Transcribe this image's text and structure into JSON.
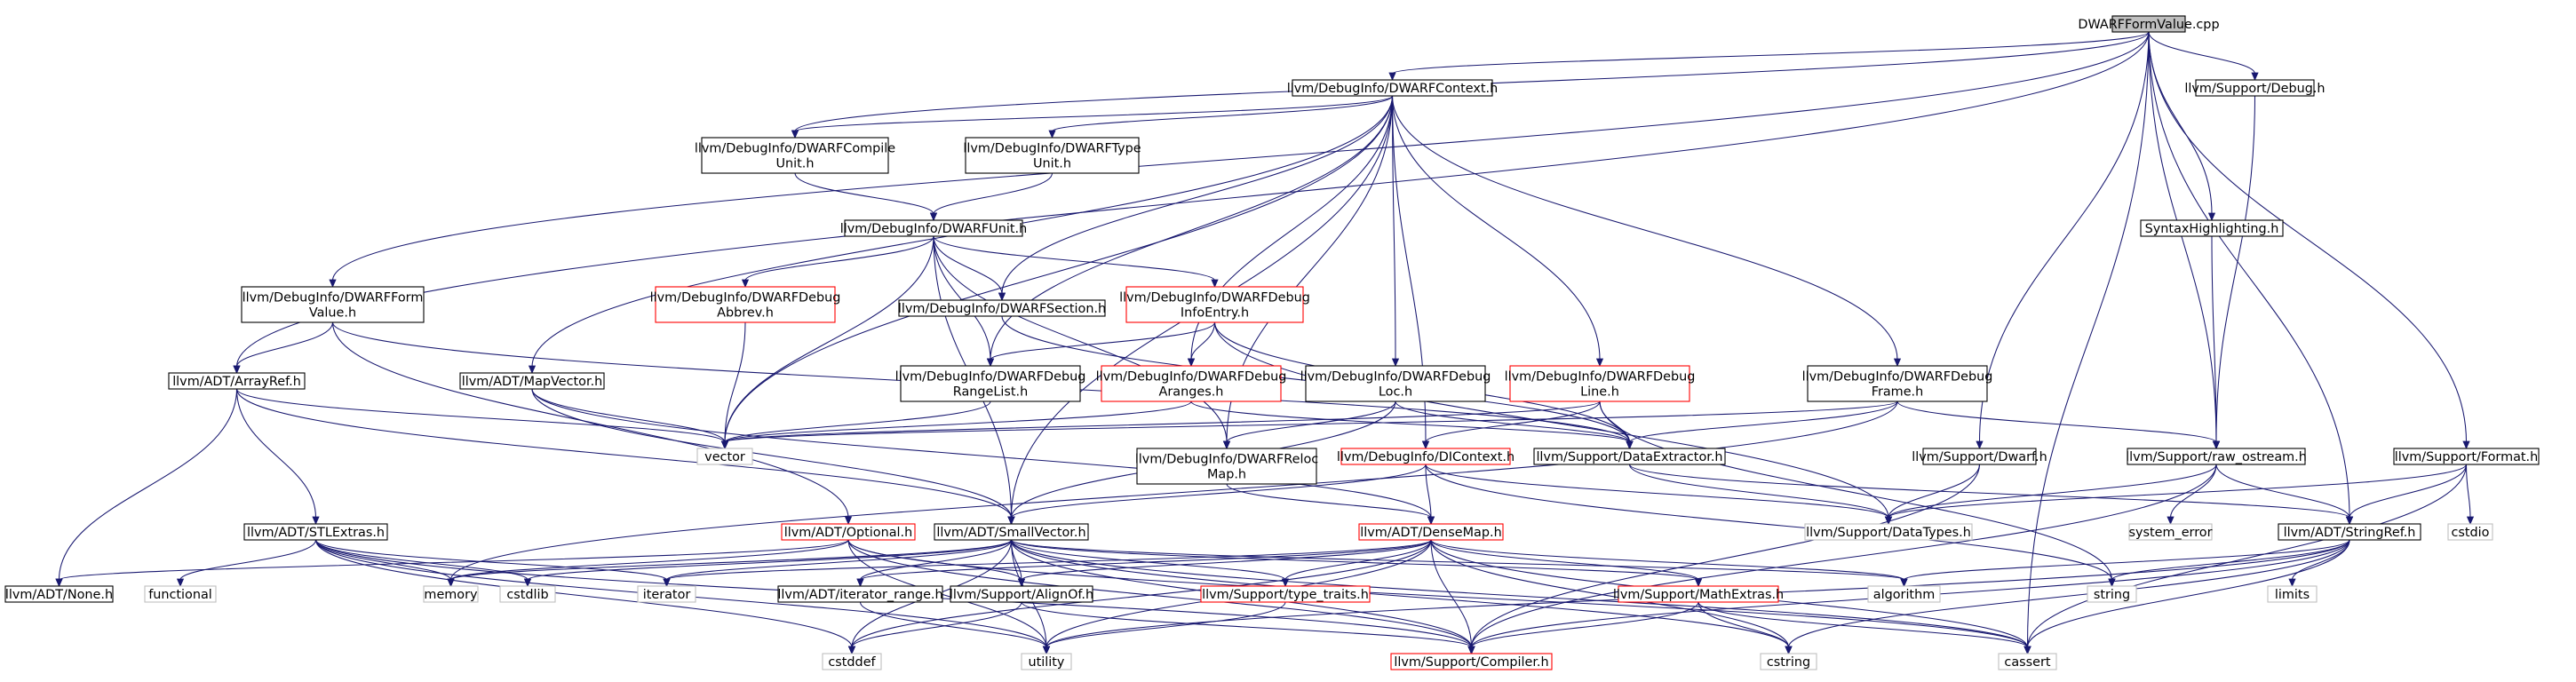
{
  "colors": {
    "edge": "#191970",
    "normal_border": "#000000",
    "truncated_border": "#ff0000",
    "external_border": "#bfbfbf",
    "root_fill": "#bfbfbf",
    "external_text": "#7f7f7f"
  },
  "nodes": [
    {
      "id": "root",
      "label": [
        "DWARFFormValue.cpp"
      ],
      "kind": "root"
    },
    {
      "id": "dwarfcontext",
      "label": [
        "llvm/DebugInfo/DWARFContext.h"
      ],
      "kind": "normal"
    },
    {
      "id": "debug",
      "label": [
        "llvm/Support/Debug.h"
      ],
      "kind": "normal"
    },
    {
      "id": "compileunit",
      "label": [
        "llvm/DebugInfo/DWARFCompile",
        "Unit.h"
      ],
      "kind": "normal"
    },
    {
      "id": "typeunit",
      "label": [
        "llvm/DebugInfo/DWARFType",
        "Unit.h"
      ],
      "kind": "normal"
    },
    {
      "id": "dwarfunit",
      "label": [
        "llvm/DebugInfo/DWARFUnit.h"
      ],
      "kind": "normal"
    },
    {
      "id": "syntax",
      "label": [
        "SyntaxHighlighting.h"
      ],
      "kind": "normal"
    },
    {
      "id": "formvalue",
      "label": [
        "llvm/DebugInfo/DWARFForm",
        "Value.h"
      ],
      "kind": "normal"
    },
    {
      "id": "abbrev",
      "label": [
        "llvm/DebugInfo/DWARFDebug",
        "Abbrev.h"
      ],
      "kind": "truncated"
    },
    {
      "id": "section",
      "label": [
        "llvm/DebugInfo/DWARFSection.h"
      ],
      "kind": "normal"
    },
    {
      "id": "infoentry",
      "label": [
        "llvm/DebugInfo/DWARFDebug",
        "InfoEntry.h"
      ],
      "kind": "truncated"
    },
    {
      "id": "arrayref",
      "label": [
        "llvm/ADT/ArrayRef.h"
      ],
      "kind": "normal"
    },
    {
      "id": "mapvector",
      "label": [
        "llvm/ADT/MapVector.h"
      ],
      "kind": "normal"
    },
    {
      "id": "rangelist",
      "label": [
        "llvm/DebugInfo/DWARFDebug",
        "RangeList.h"
      ],
      "kind": "normal"
    },
    {
      "id": "aranges",
      "label": [
        "llvm/DebugInfo/DWARFDebug",
        "Aranges.h"
      ],
      "kind": "truncated"
    },
    {
      "id": "loc",
      "label": [
        "llvm/DebugInfo/DWARFDebug",
        "Loc.h"
      ],
      "kind": "normal"
    },
    {
      "id": "line",
      "label": [
        "llvm/DebugInfo/DWARFDebug",
        "Line.h"
      ],
      "kind": "truncated"
    },
    {
      "id": "frame",
      "label": [
        "llvm/DebugInfo/DWARFDebug",
        "Frame.h"
      ],
      "kind": "normal"
    },
    {
      "id": "vector",
      "label": [
        "vector"
      ],
      "kind": "external"
    },
    {
      "id": "relocmap",
      "label": [
        "llvm/DebugInfo/DWARFReloc",
        "Map.h"
      ],
      "kind": "normal"
    },
    {
      "id": "dicontext",
      "label": [
        "llvm/DebugInfo/DIContext.h"
      ],
      "kind": "truncated"
    },
    {
      "id": "dataextractor",
      "label": [
        "llvm/Support/DataExtractor.h"
      ],
      "kind": "normal"
    },
    {
      "id": "dwarf",
      "label": [
        "llvm/Support/Dwarf.h"
      ],
      "kind": "normal"
    },
    {
      "id": "rawostream",
      "label": [
        "llvm/Support/raw_ostream.h"
      ],
      "kind": "normal"
    },
    {
      "id": "format",
      "label": [
        "llvm/Support/Format.h"
      ],
      "kind": "normal"
    },
    {
      "id": "stlextras",
      "label": [
        "llvm/ADT/STLExtras.h"
      ],
      "kind": "normal"
    },
    {
      "id": "optional",
      "label": [
        "llvm/ADT/Optional.h"
      ],
      "kind": "truncated"
    },
    {
      "id": "smallvector",
      "label": [
        "llvm/ADT/SmallVector.h"
      ],
      "kind": "normal"
    },
    {
      "id": "densemap",
      "label": [
        "llvm/ADT/DenseMap.h"
      ],
      "kind": "truncated"
    },
    {
      "id": "datatypes",
      "label": [
        "llvm/Support/DataTypes.h"
      ],
      "kind": "external"
    },
    {
      "id": "systemerror",
      "label": [
        "system_error"
      ],
      "kind": "external"
    },
    {
      "id": "stringref",
      "label": [
        "llvm/ADT/StringRef.h"
      ],
      "kind": "normal"
    },
    {
      "id": "cstdio",
      "label": [
        "cstdio"
      ],
      "kind": "external"
    },
    {
      "id": "none",
      "label": [
        "llvm/ADT/None.h"
      ],
      "kind": "normal"
    },
    {
      "id": "functional",
      "label": [
        "functional"
      ],
      "kind": "external"
    },
    {
      "id": "memory",
      "label": [
        "memory"
      ],
      "kind": "external"
    },
    {
      "id": "cstdlib",
      "label": [
        "cstdlib"
      ],
      "kind": "external"
    },
    {
      "id": "iterator",
      "label": [
        "iterator"
      ],
      "kind": "external"
    },
    {
      "id": "iterrange",
      "label": [
        "llvm/ADT/iterator_range.h"
      ],
      "kind": "normal"
    },
    {
      "id": "alignof",
      "label": [
        "llvm/Support/AlignOf.h"
      ],
      "kind": "normal"
    },
    {
      "id": "typetraits",
      "label": [
        "llvm/Support/type_traits.h"
      ],
      "kind": "truncated"
    },
    {
      "id": "mathextras",
      "label": [
        "llvm/Support/MathExtras.h"
      ],
      "kind": "truncated"
    },
    {
      "id": "algorithm",
      "label": [
        "algorithm"
      ],
      "kind": "external"
    },
    {
      "id": "string",
      "label": [
        "string"
      ],
      "kind": "external"
    },
    {
      "id": "limits",
      "label": [
        "limits"
      ],
      "kind": "external"
    },
    {
      "id": "cstddef",
      "label": [
        "cstddef"
      ],
      "kind": "external"
    },
    {
      "id": "utility",
      "label": [
        "utility"
      ],
      "kind": "external"
    },
    {
      "id": "compiler",
      "label": [
        "llvm/Support/Compiler.h"
      ],
      "kind": "truncated"
    },
    {
      "id": "cstring",
      "label": [
        "cstring"
      ],
      "kind": "external"
    },
    {
      "id": "cassert",
      "label": [
        "cassert"
      ],
      "kind": "external"
    }
  ],
  "edges": [
    [
      "root",
      "dwarfcontext"
    ],
    [
      "root",
      "debug"
    ],
    [
      "root",
      "compileunit"
    ],
    [
      "root",
      "formvalue"
    ],
    [
      "root",
      "arrayref"
    ],
    [
      "root",
      "syntax"
    ],
    [
      "root",
      "rawostream"
    ],
    [
      "root",
      "dwarf"
    ],
    [
      "root",
      "format"
    ],
    [
      "root",
      "stringref"
    ],
    [
      "root",
      "cassert"
    ],
    [
      "dwarfcontext",
      "compileunit"
    ],
    [
      "dwarfcontext",
      "typeunit"
    ],
    [
      "dwarfcontext",
      "section"
    ],
    [
      "dwarfcontext",
      "mapvector"
    ],
    [
      "dwarfcontext",
      "smallvector"
    ],
    [
      "dwarfcontext",
      "vector"
    ],
    [
      "dwarfcontext",
      "rangelist"
    ],
    [
      "dwarfcontext",
      "aranges"
    ],
    [
      "dwarfcontext",
      "loc"
    ],
    [
      "dwarfcontext",
      "line"
    ],
    [
      "dwarfcontext",
      "frame"
    ],
    [
      "dwarfcontext",
      "dicontext"
    ],
    [
      "dwarfcontext",
      "relocmap"
    ],
    [
      "compileunit",
      "dwarfunit"
    ],
    [
      "typeunit",
      "dwarfunit"
    ],
    [
      "dwarfunit",
      "abbrev"
    ],
    [
      "dwarfunit",
      "section"
    ],
    [
      "dwarfunit",
      "infoentry"
    ],
    [
      "dwarfunit",
      "vector"
    ],
    [
      "dwarfunit",
      "rangelist"
    ],
    [
      "dwarfunit",
      "relocmap"
    ],
    [
      "dwarfunit",
      "smallvector"
    ],
    [
      "abbrev",
      "vector"
    ],
    [
      "section",
      "dataextractor"
    ],
    [
      "infoentry",
      "rangelist"
    ],
    [
      "infoentry",
      "dataextractor"
    ],
    [
      "infoentry",
      "datatypes"
    ],
    [
      "infoentry",
      "aranges"
    ],
    [
      "formvalue",
      "arrayref"
    ],
    [
      "formvalue",
      "dataextractor"
    ],
    [
      "formvalue",
      "optional"
    ],
    [
      "arrayref",
      "none"
    ],
    [
      "arrayref",
      "stlextras"
    ],
    [
      "arrayref",
      "smallvector"
    ],
    [
      "arrayref",
      "vector"
    ],
    [
      "mapvector",
      "vector"
    ],
    [
      "mapvector",
      "densemap"
    ],
    [
      "mapvector",
      "smallvector"
    ],
    [
      "rangelist",
      "vector"
    ],
    [
      "aranges",
      "dataextractor"
    ],
    [
      "aranges",
      "vector"
    ],
    [
      "loc",
      "relocmap"
    ],
    [
      "loc",
      "dataextractor"
    ],
    [
      "loc",
      "smallvector"
    ],
    [
      "line",
      "dicontext"
    ],
    [
      "line",
      "dataextractor"
    ],
    [
      "line",
      "vector"
    ],
    [
      "line",
      "string"
    ],
    [
      "frame",
      "dataextractor"
    ],
    [
      "frame",
      "rawostream"
    ],
    [
      "frame",
      "vector"
    ],
    [
      "frame",
      "memory"
    ],
    [
      "relocmap",
      "densemap"
    ],
    [
      "dicontext",
      "densemap"
    ],
    [
      "dicontext",
      "smallvector"
    ],
    [
      "dicontext",
      "datatypes"
    ],
    [
      "dicontext",
      "string"
    ],
    [
      "dataextractor",
      "stringref"
    ],
    [
      "dataextractor",
      "datatypes"
    ],
    [
      "dwarf",
      "datatypes"
    ],
    [
      "dwarf",
      "compiler"
    ],
    [
      "rawostream",
      "stringref"
    ],
    [
      "rawostream",
      "systemerror"
    ],
    [
      "rawostream",
      "datatypes"
    ],
    [
      "rawostream",
      "compiler"
    ],
    [
      "format",
      "stringref"
    ],
    [
      "format",
      "cstdio"
    ],
    [
      "format",
      "cassert"
    ],
    [
      "format",
      "datatypes"
    ],
    [
      "debug",
      "rawostream"
    ],
    [
      "syntax",
      "rawostream"
    ],
    [
      "stlextras",
      "functional"
    ],
    [
      "stlextras",
      "memory"
    ],
    [
      "stlextras",
      "iterator"
    ],
    [
      "stlextras",
      "cstdlib"
    ],
    [
      "stlextras",
      "cstddef"
    ],
    [
      "stlextras",
      "utility"
    ],
    [
      "stlextras",
      "compiler"
    ],
    [
      "optional",
      "none"
    ],
    [
      "optional",
      "alignof"
    ],
    [
      "optional",
      "compiler"
    ],
    [
      "optional",
      "utility"
    ],
    [
      "optional",
      "cassert"
    ],
    [
      "optional",
      "memory"
    ],
    [
      "smallvector",
      "iterrange"
    ],
    [
      "smallvector",
      "alignof"
    ],
    [
      "smallvector",
      "compiler"
    ],
    [
      "smallvector",
      "mathextras"
    ],
    [
      "smallvector",
      "typetraits"
    ],
    [
      "smallvector",
      "memory"
    ],
    [
      "smallvector",
      "cstdlib"
    ],
    [
      "smallvector",
      "iterator"
    ],
    [
      "smallvector",
      "algorithm"
    ],
    [
      "smallvector",
      "cstddef"
    ],
    [
      "smallvector",
      "utility"
    ],
    [
      "smallvector",
      "cassert"
    ],
    [
      "smallvector",
      "cstring"
    ],
    [
      "densemap",
      "typetraits"
    ],
    [
      "densemap",
      "alignof"
    ],
    [
      "densemap",
      "compiler"
    ],
    [
      "densemap",
      "mathextras"
    ],
    [
      "densemap",
      "algorithm"
    ],
    [
      "densemap",
      "cassert"
    ],
    [
      "densemap",
      "cstddef"
    ],
    [
      "densemap",
      "cstring"
    ],
    [
      "densemap",
      "iterator"
    ],
    [
      "densemap",
      "utility"
    ],
    [
      "densemap",
      "iterrange"
    ],
    [
      "stringref",
      "algorithm"
    ],
    [
      "stringref",
      "cassert"
    ],
    [
      "stringref",
      "cstring"
    ],
    [
      "stringref",
      "limits"
    ],
    [
      "stringref",
      "string"
    ],
    [
      "stringref",
      "utility"
    ],
    [
      "stringref",
      "compiler"
    ],
    [
      "iterrange",
      "utility"
    ],
    [
      "alignof",
      "compiler"
    ],
    [
      "alignof",
      "cstddef"
    ],
    [
      "typetraits",
      "utility"
    ],
    [
      "mathextras",
      "compiler"
    ],
    [
      "mathextras",
      "cstring"
    ],
    [
      "mathextras",
      "cassert"
    ]
  ]
}
